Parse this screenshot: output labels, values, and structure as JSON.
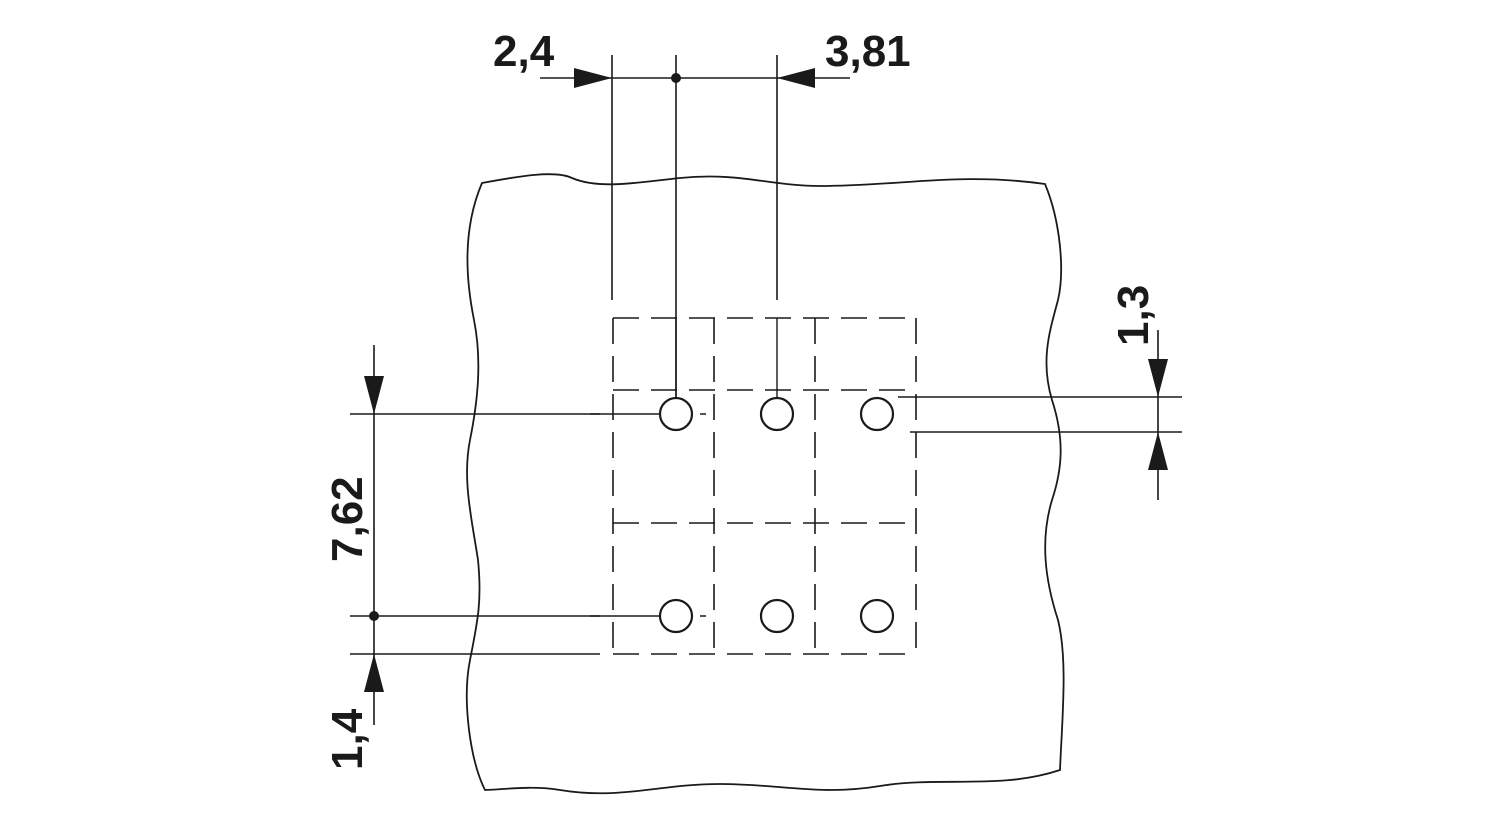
{
  "dimensions": {
    "pitch_offset_x": "2,4",
    "pitch_x": "3,81",
    "hole_spacing_note": "1,3",
    "pitch_y": "7,62",
    "edge_offset_y": "1,4"
  },
  "pcb_layout": {
    "columns": 3,
    "rows": 2
  }
}
